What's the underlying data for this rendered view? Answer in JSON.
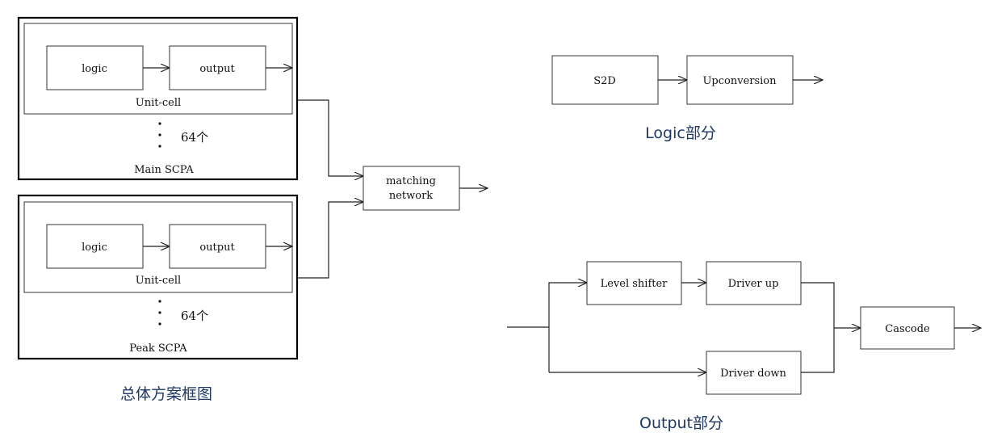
{
  "overall": {
    "main_scpa": {
      "logic": "logic",
      "output": "output",
      "unit_cell": "Unit-cell",
      "count": "64个",
      "title": "Main SCPA"
    },
    "peak_scpa": {
      "logic": "logic",
      "output": "output",
      "unit_cell": "Unit-cell",
      "count": "64个",
      "title": "Peak SCPA"
    },
    "matching_network": {
      "line1": "matching",
      "line2": "network"
    },
    "caption": "总体方案框图"
  },
  "logic_part": {
    "s2d": "S2D",
    "upconversion": "Upconversion",
    "caption": "Logic部分"
  },
  "output_part": {
    "level_shifter": "Level shifter",
    "driver_up": "Driver up",
    "driver_down": "Driver down",
    "cascode": "Cascode",
    "caption": "Output部分"
  }
}
